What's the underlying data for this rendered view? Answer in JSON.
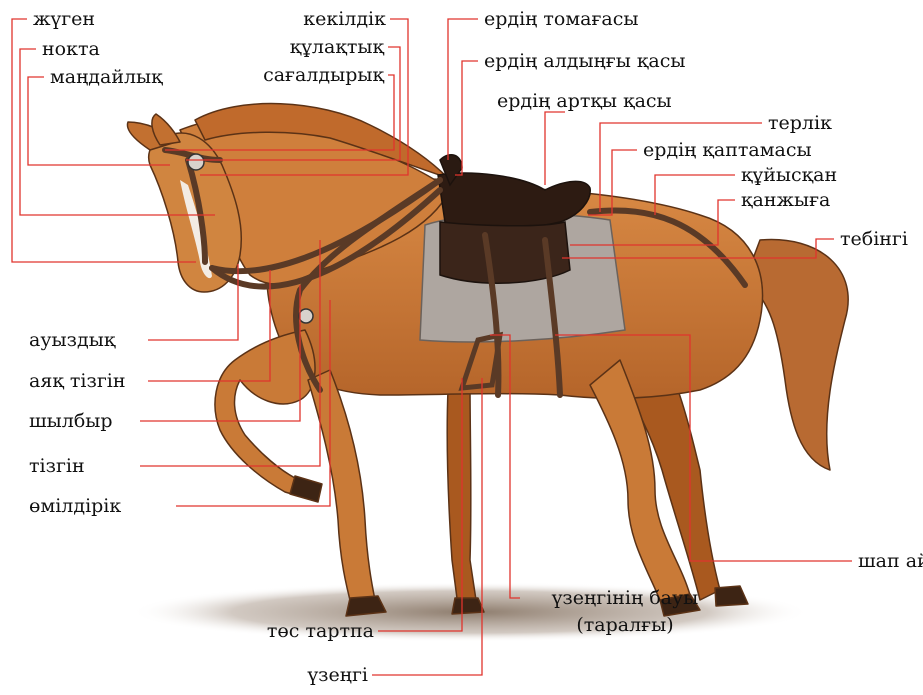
{
  "accent_color": "#e0342d",
  "diagram": {
    "labels": {
      "zhugen": "жүген",
      "nokta": "нокта",
      "mandaylyk": "маңдайлық",
      "kekildik": "кекілдік",
      "kulaktyk": "құлақтық",
      "sagaldyryk": "сағалдырық",
      "erdin_tomagasy": "ердің томағасы",
      "erdin_aldyngy_kasy": "ердің алдыңғы қасы",
      "erdin_artky_kasy": "ердің артқы қасы",
      "terlik": "терлік",
      "erdin_kaptamasy": "ердің қаптамасы",
      "kuyiskan": "құйысқан",
      "kanzhyga": "қанжыға",
      "tebingi": "тебінгі",
      "auyzdyk": "ауыздық",
      "ayak_tizgin": "аяқ тізгін",
      "shylbyr": "шылбыр",
      "tizgin": "тізгін",
      "omildirik": "өмілдірік",
      "shap_ayyl": "шап айыл",
      "tos_tartpa": "төс тартпа",
      "uzengi": "үзеңгі",
      "uzengi_bauy_1": "үзеңгінің бауы",
      "uzengi_bauy_2": "(таралғы)"
    }
  }
}
